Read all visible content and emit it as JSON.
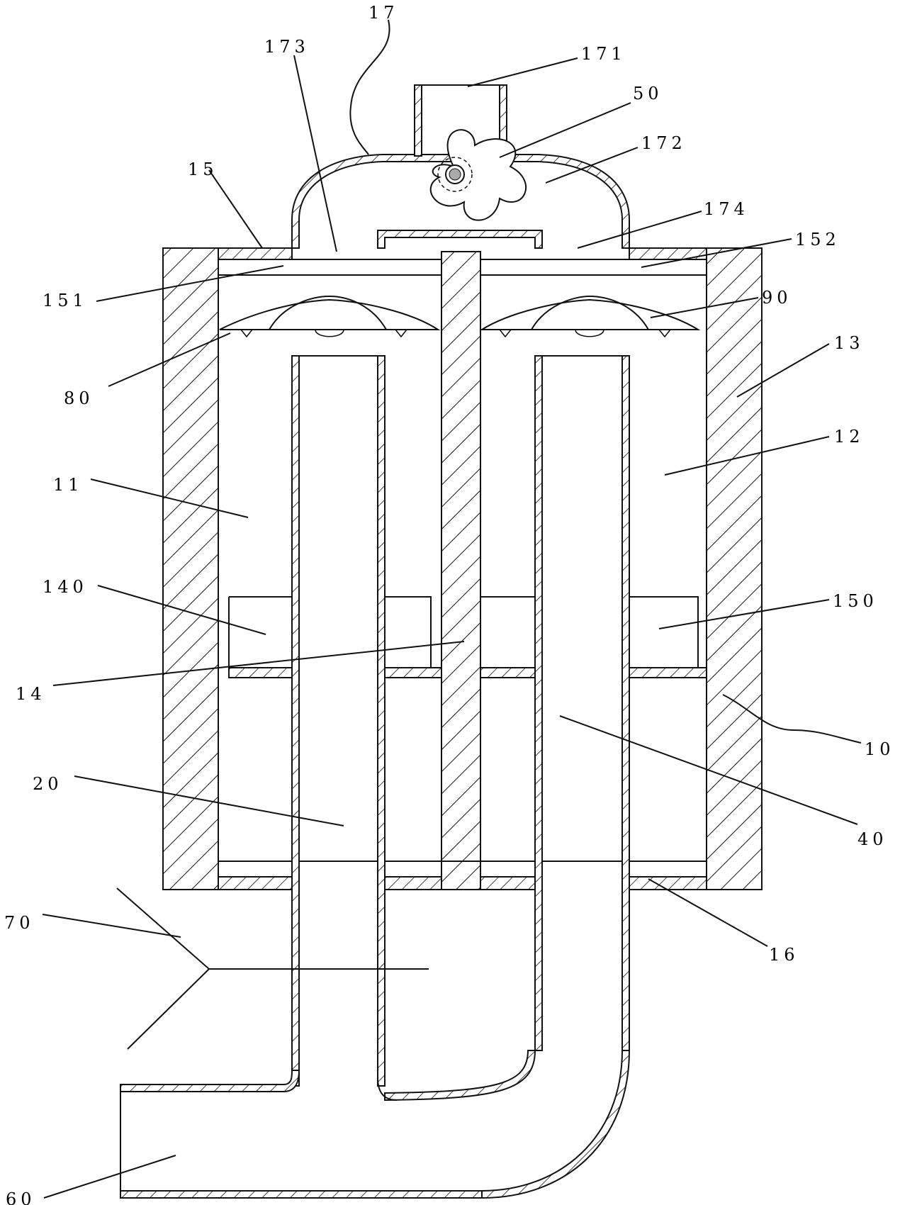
{
  "labels": {
    "l10": "10",
    "l11": "11",
    "l12": "12",
    "l13": "13",
    "l14": "14",
    "l15": "15",
    "l16": "16",
    "l17": "17",
    "l20": "20",
    "l40": "40",
    "l50": "50",
    "l60": "60",
    "l70": "70",
    "l80": "80",
    "l90": "90",
    "l140": "140",
    "l150": "150",
    "l151": "151",
    "l152": "152",
    "l171": "171",
    "l172": "172",
    "l173": "173",
    "l174": "174"
  }
}
